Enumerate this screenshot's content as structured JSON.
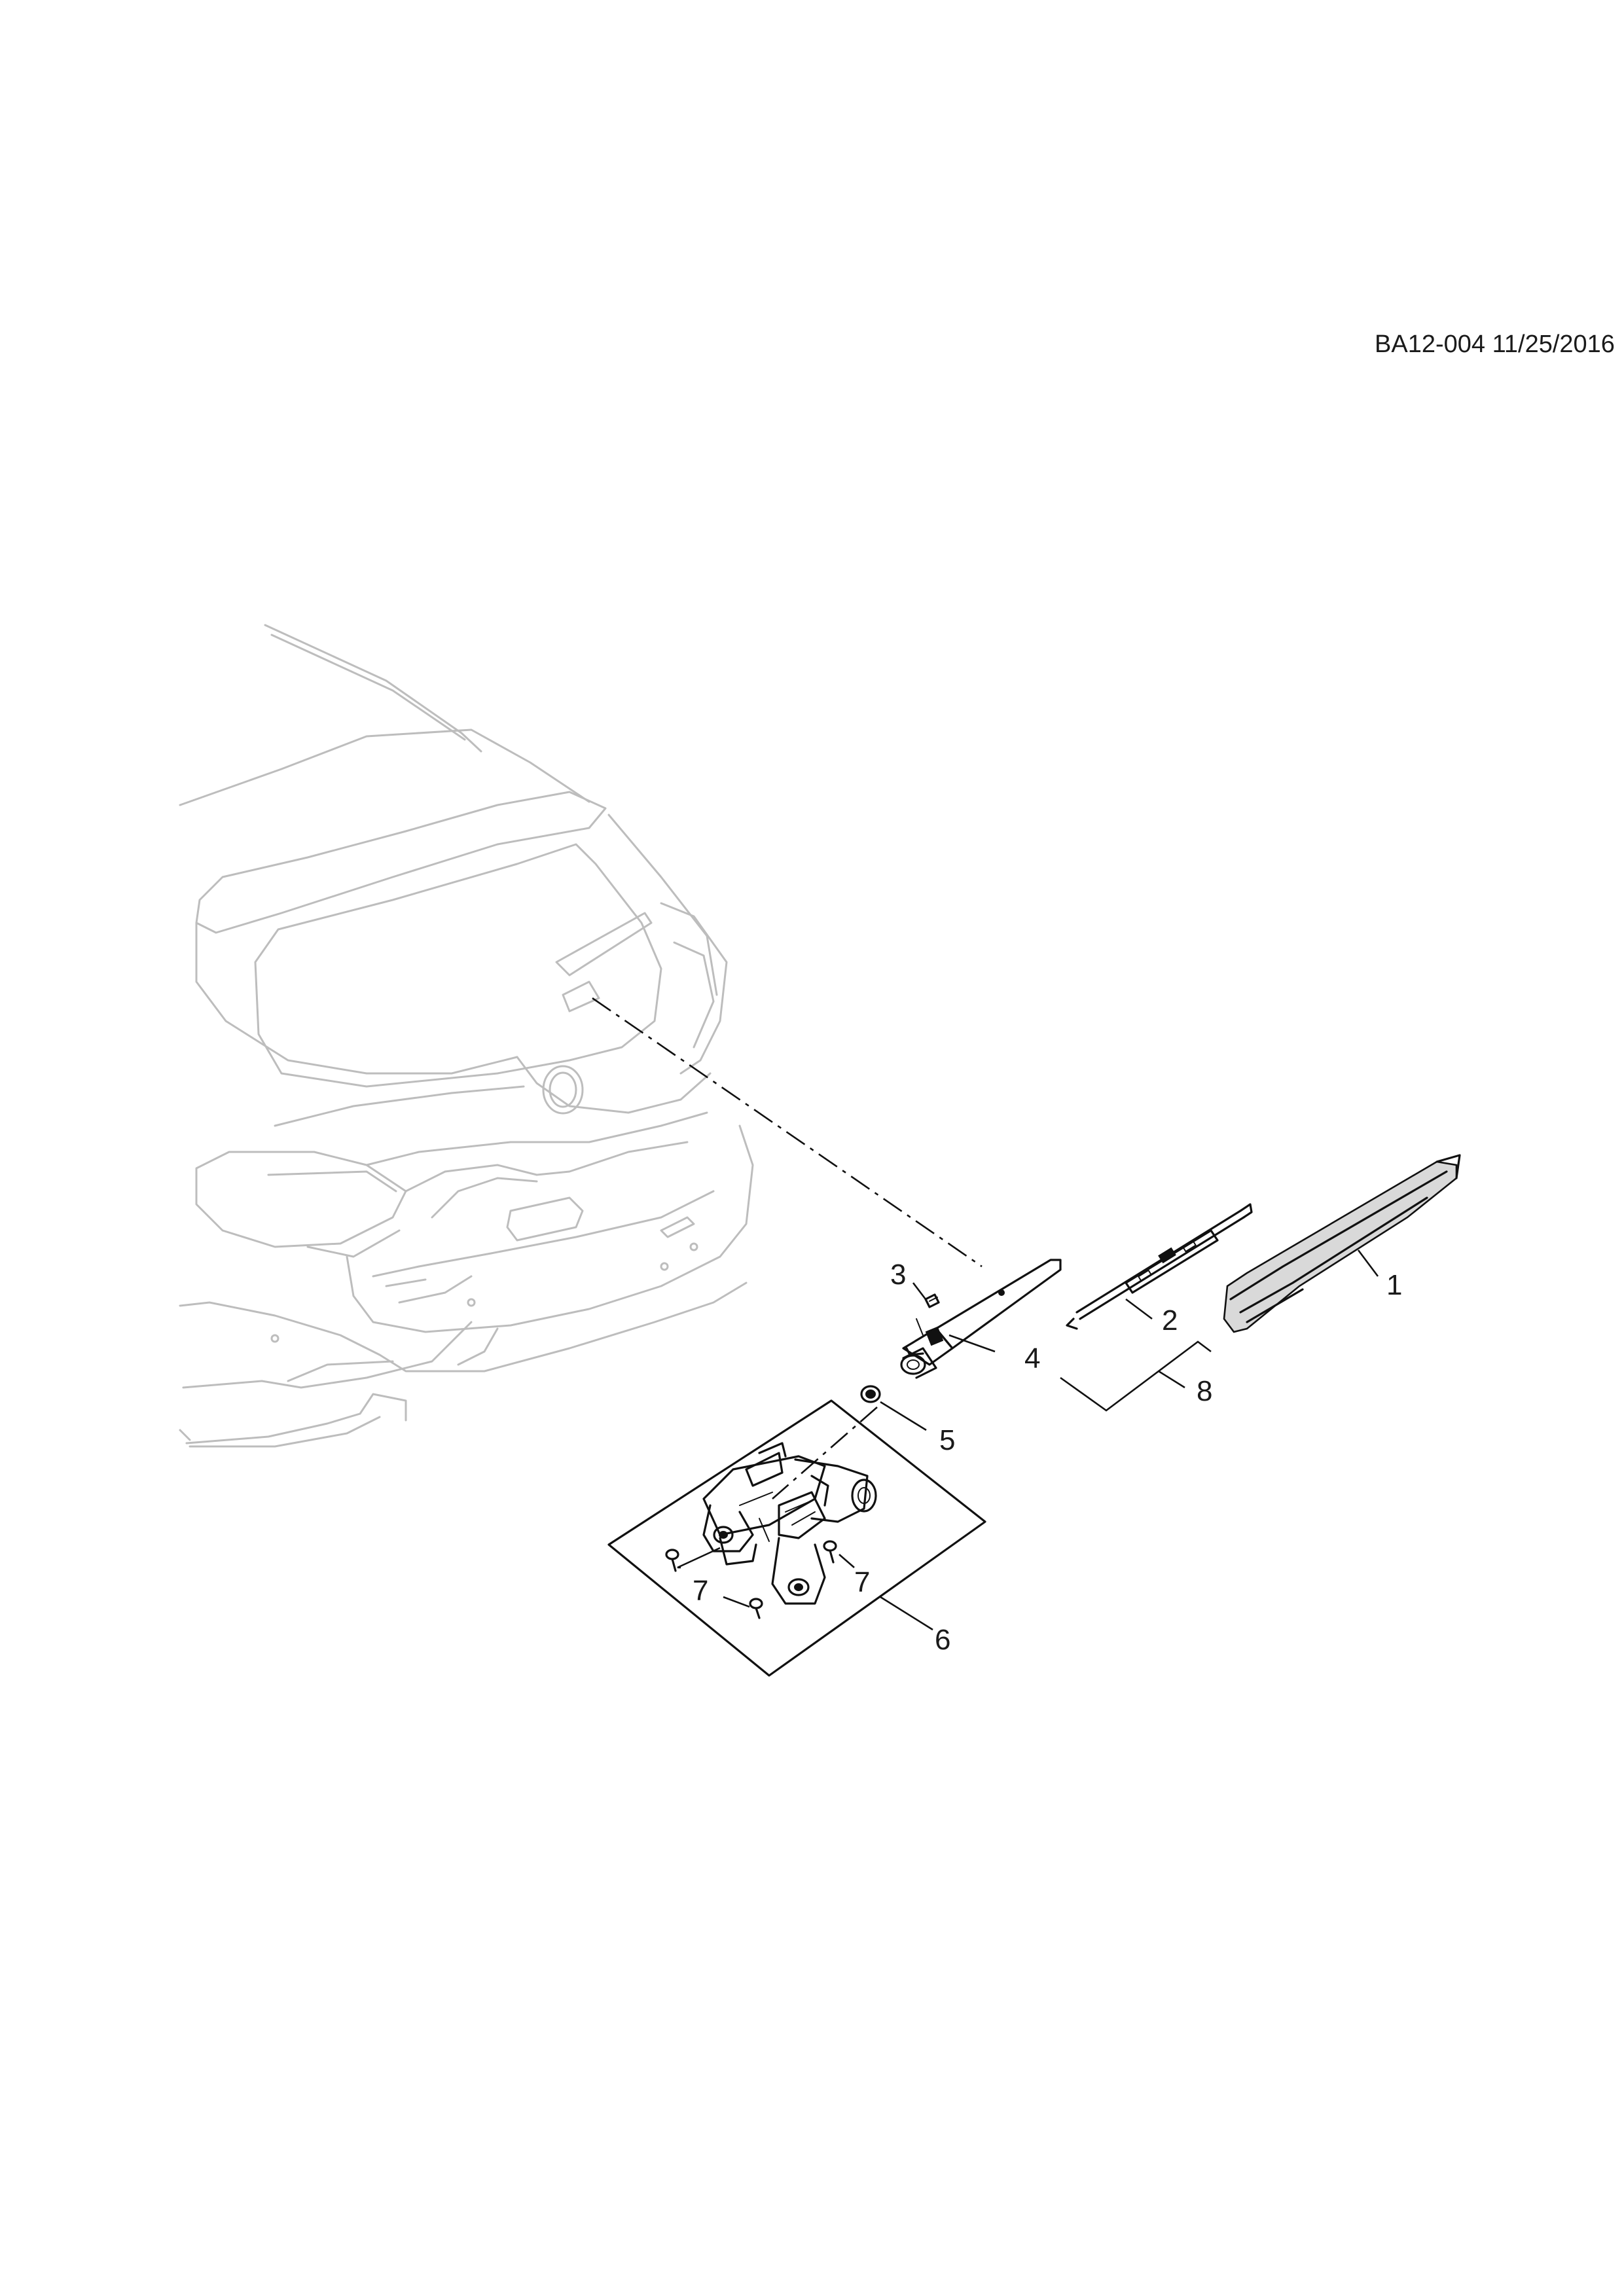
{
  "diagram": {
    "reference": "BA12-004 11/25/2016",
    "callouts": [
      {
        "id": "1",
        "label": "1"
      },
      {
        "id": "2",
        "label": "2"
      },
      {
        "id": "3",
        "label": "3"
      },
      {
        "id": "4",
        "label": "4"
      },
      {
        "id": "5",
        "label": "5"
      },
      {
        "id": "6",
        "label": "6"
      },
      {
        "id": "7a",
        "label": "7"
      },
      {
        "id": "7b",
        "label": "7"
      },
      {
        "id": "8",
        "label": "8"
      }
    ]
  },
  "colors": {
    "vehicle_outline": "#bdbdbd",
    "parts_ink": "#111111",
    "background": "#ffffff"
  }
}
